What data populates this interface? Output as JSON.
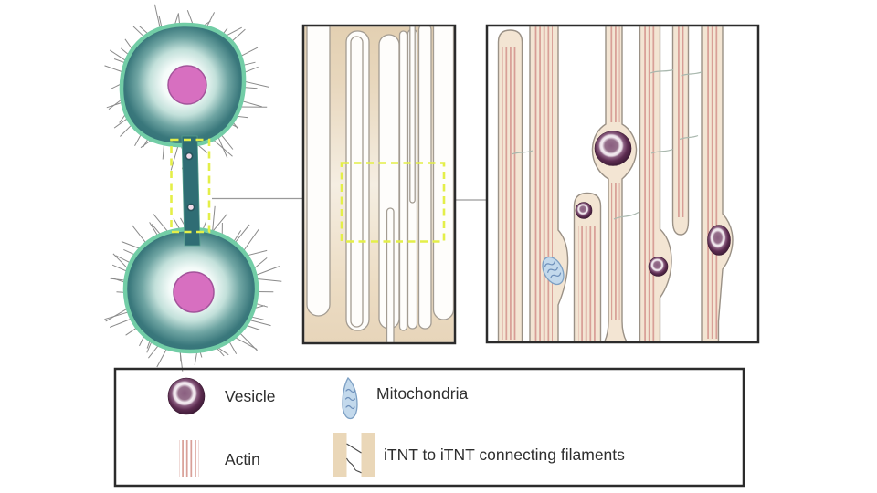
{
  "figure": {
    "panels": [
      {
        "id": "cells-panel",
        "name": "connected-cells-overview"
      },
      {
        "id": "itnt-bundle-panel",
        "name": "tnt-bundle-zoom"
      },
      {
        "id": "itnt-detail-panel",
        "name": "itnt-cargo-zoom"
      }
    ]
  },
  "legend": {
    "items": [
      {
        "id": "vesicle",
        "label": "Vesicle"
      },
      {
        "id": "mitochondria",
        "label": "Mitochondria"
      },
      {
        "id": "actin",
        "label": "Actin"
      },
      {
        "id": "itnt-connecting-filaments",
        "label": "iTNT to  iTNT connecting filaments"
      }
    ]
  },
  "colors": {
    "cell_body_teal": "#2d6b72",
    "cell_membrane_mint": "#72cda6",
    "nucleus_pink": "#d76fc0",
    "nucleus_border": "#a3549b",
    "filopodia_gray": "#8a8a8a",
    "tnt_tube_teal": "#2f6d74",
    "highlight_yellow": "#e4ef48",
    "connector_gray": "#9a9a9a",
    "itnt_beige": "#f3e5d3",
    "itnt_outline": "#9a9186",
    "midpanel_beige": "#e6d3b6",
    "actin_pink": "#d79d95",
    "vesicle_purple": "#3f1c38",
    "mitochondria_blue": "#c3d9ec",
    "mitochondria_line": "#6d8fba",
    "panel_border": "#2b2b2b"
  }
}
